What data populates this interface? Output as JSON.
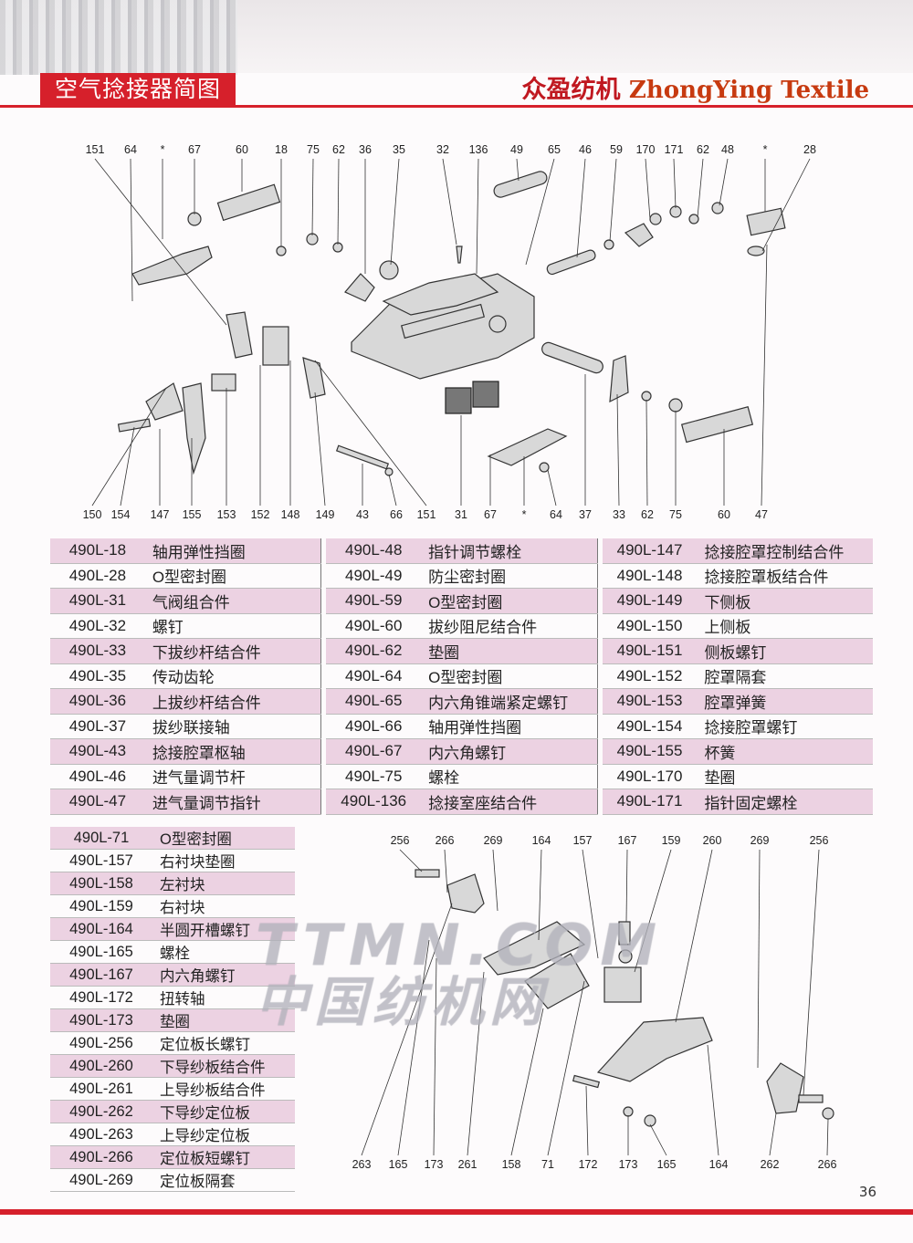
{
  "header": {
    "section_title": "空气捻接器简图",
    "brand_cn": "众盈纺机",
    "brand_en": "ZhongYing Textile"
  },
  "diagram_top": {
    "top_callouts": [
      "151",
      "64",
      "*",
      "67",
      "60",
      "18",
      "75",
      "62",
      "36",
      "35",
      "32",
      "136",
      "49",
      "65",
      "46",
      "59",
      "170",
      "171",
      "62",
      "48",
      "*",
      "28"
    ],
    "bottom_callouts": [
      "150",
      "154",
      "147",
      "155",
      "153",
      "152",
      "148",
      "149",
      "43",
      "66",
      "151",
      "31",
      "67",
      "*",
      "64",
      "37",
      "33",
      "62",
      "75",
      "60",
      "47"
    ]
  },
  "table_main": {
    "rows": [
      [
        [
          "490L-18",
          "轴用弹性挡圈"
        ],
        [
          "490L-48",
          "指针调节螺栓"
        ],
        [
          "490L-147",
          "捻接腔罩控制结合件"
        ]
      ],
      [
        [
          "490L-28",
          "O型密封圈"
        ],
        [
          "490L-49",
          "防尘密封圈"
        ],
        [
          "490L-148",
          "捻接腔罩板结合件"
        ]
      ],
      [
        [
          "490L-31",
          "气阀组合件"
        ],
        [
          "490L-59",
          "O型密封圈"
        ],
        [
          "490L-149",
          "下侧板"
        ]
      ],
      [
        [
          "490L-32",
          "螺钉"
        ],
        [
          "490L-60",
          "拔纱阻尼结合件"
        ],
        [
          "490L-150",
          "上侧板"
        ]
      ],
      [
        [
          "490L-33",
          "下拔纱杆结合件"
        ],
        [
          "490L-62",
          "垫圈"
        ],
        [
          "490L-151",
          "侧板螺钉"
        ]
      ],
      [
        [
          "490L-35",
          "传动齿轮"
        ],
        [
          "490L-64",
          "O型密封圈"
        ],
        [
          "490L-152",
          "腔罩隔套"
        ]
      ],
      [
        [
          "490L-36",
          "上拔纱杆结合件"
        ],
        [
          "490L-65",
          "内六角锥端紧定螺钉"
        ],
        [
          "490L-153",
          "腔罩弹簧"
        ]
      ],
      [
        [
          "490L-37",
          "拔纱联接轴"
        ],
        [
          "490L-66",
          "轴用弹性挡圈"
        ],
        [
          "490L-154",
          "捻接腔罩螺钉"
        ]
      ],
      [
        [
          "490L-43",
          "捻接腔罩枢轴"
        ],
        [
          "490L-67",
          "内六角螺钉"
        ],
        [
          "490L-155",
          "杯簧"
        ]
      ],
      [
        [
          "490L-46",
          "进气量调节杆"
        ],
        [
          "490L-75",
          "螺栓"
        ],
        [
          "490L-170",
          "垫圈"
        ]
      ],
      [
        [
          "490L-47",
          "进气量调节指针"
        ],
        [
          "490L-136",
          "捻接室座结合件"
        ],
        [
          "490L-171",
          "指针固定螺栓"
        ]
      ]
    ]
  },
  "table_small": {
    "rows": [
      [
        "490L-71",
        "O型密封圈"
      ],
      [
        "490L-157",
        "右衬块垫圈"
      ],
      [
        "490L-158",
        "左衬块"
      ],
      [
        "490L-159",
        "右衬块"
      ],
      [
        "490L-164",
        "半圆开槽螺钉"
      ],
      [
        "490L-165",
        "螺栓"
      ],
      [
        "490L-167",
        "内六角螺钉"
      ],
      [
        "490L-172",
        "扭转轴"
      ],
      [
        "490L-173",
        "垫圈"
      ],
      [
        "490L-256",
        "定位板长螺钉"
      ],
      [
        "490L-260",
        "下导纱板结合件"
      ],
      [
        "490L-261",
        "上导纱板结合件"
      ],
      [
        "490L-262",
        "下导纱定位板"
      ],
      [
        "490L-263",
        "上导纱定位板"
      ],
      [
        "490L-266",
        "定位板短螺钉"
      ],
      [
        "490L-269",
        "定位板隔套"
      ]
    ]
  },
  "diagram_bottom": {
    "top_callouts": [
      "256",
      "266",
      "269",
      "164",
      "157",
      "167",
      "159",
      "260",
      "269",
      "256"
    ],
    "bottom_callouts": [
      "263",
      "165",
      "173",
      "261",
      "158",
      "71",
      "172",
      "173",
      "165",
      "164",
      "262",
      "266"
    ]
  },
  "watermark": {
    "line1": "TTMN.COM",
    "line2": "中国纺机网"
  },
  "page_number": "36",
  "colors": {
    "accent": "#d6202b",
    "row_pink": "#ecd2e2"
  }
}
